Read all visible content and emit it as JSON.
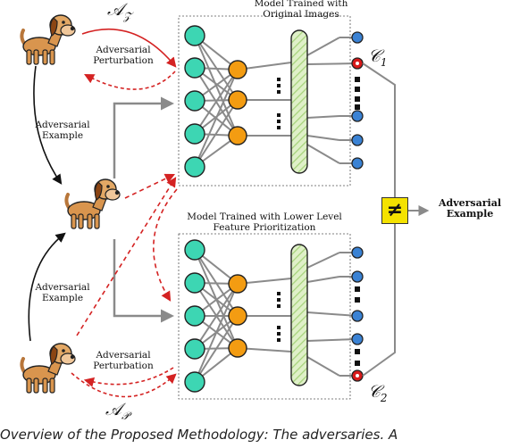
{
  "labels": {
    "model_top": [
      "Model Trained with",
      "Original Images"
    ],
    "model_bottom": [
      "Model Trained with Lower Level",
      "Feature Prioritization"
    ],
    "adv_perturbation_top": [
      "Adversarial",
      "Perturbation"
    ],
    "adv_perturbation_bottom": [
      "Adversarial",
      "Perturbation"
    ],
    "adv_example_left_top": [
      "Adversarial",
      "Example"
    ],
    "adv_example_left_bottom": [
      "Adversarial",
      "Example"
    ],
    "adv_example_right": [
      "Adversarial",
      "Example"
    ],
    "neq_symbol": "≠"
  },
  "math": {
    "az": {
      "base": "𝒜",
      "sub": "𝒵"
    },
    "ap": {
      "base": "𝒜",
      "sub": "𝒫"
    },
    "c1": {
      "base": "𝒞",
      "sub": "1"
    },
    "c2": {
      "base": "𝒞",
      "sub": "2"
    }
  },
  "caption": "Overview of the Proposed Methodology: The adversaries. A",
  "colors": {
    "input_neuron": "#3dd6b3",
    "hidden_neuron": "#f39c12",
    "output_neuron": "#3a82d4",
    "output_highlight": "#d91a1a",
    "feature_layer": "#c9e8a8",
    "red_arrow": "#d42222",
    "gray_connection": "#8a8a8a",
    "neq_box": "#f4e200",
    "dog_body": "#d9954e",
    "dog_ear": "#8b4513"
  },
  "icons": [
    "dog-icon",
    "dog-icon",
    "dog-icon"
  ]
}
